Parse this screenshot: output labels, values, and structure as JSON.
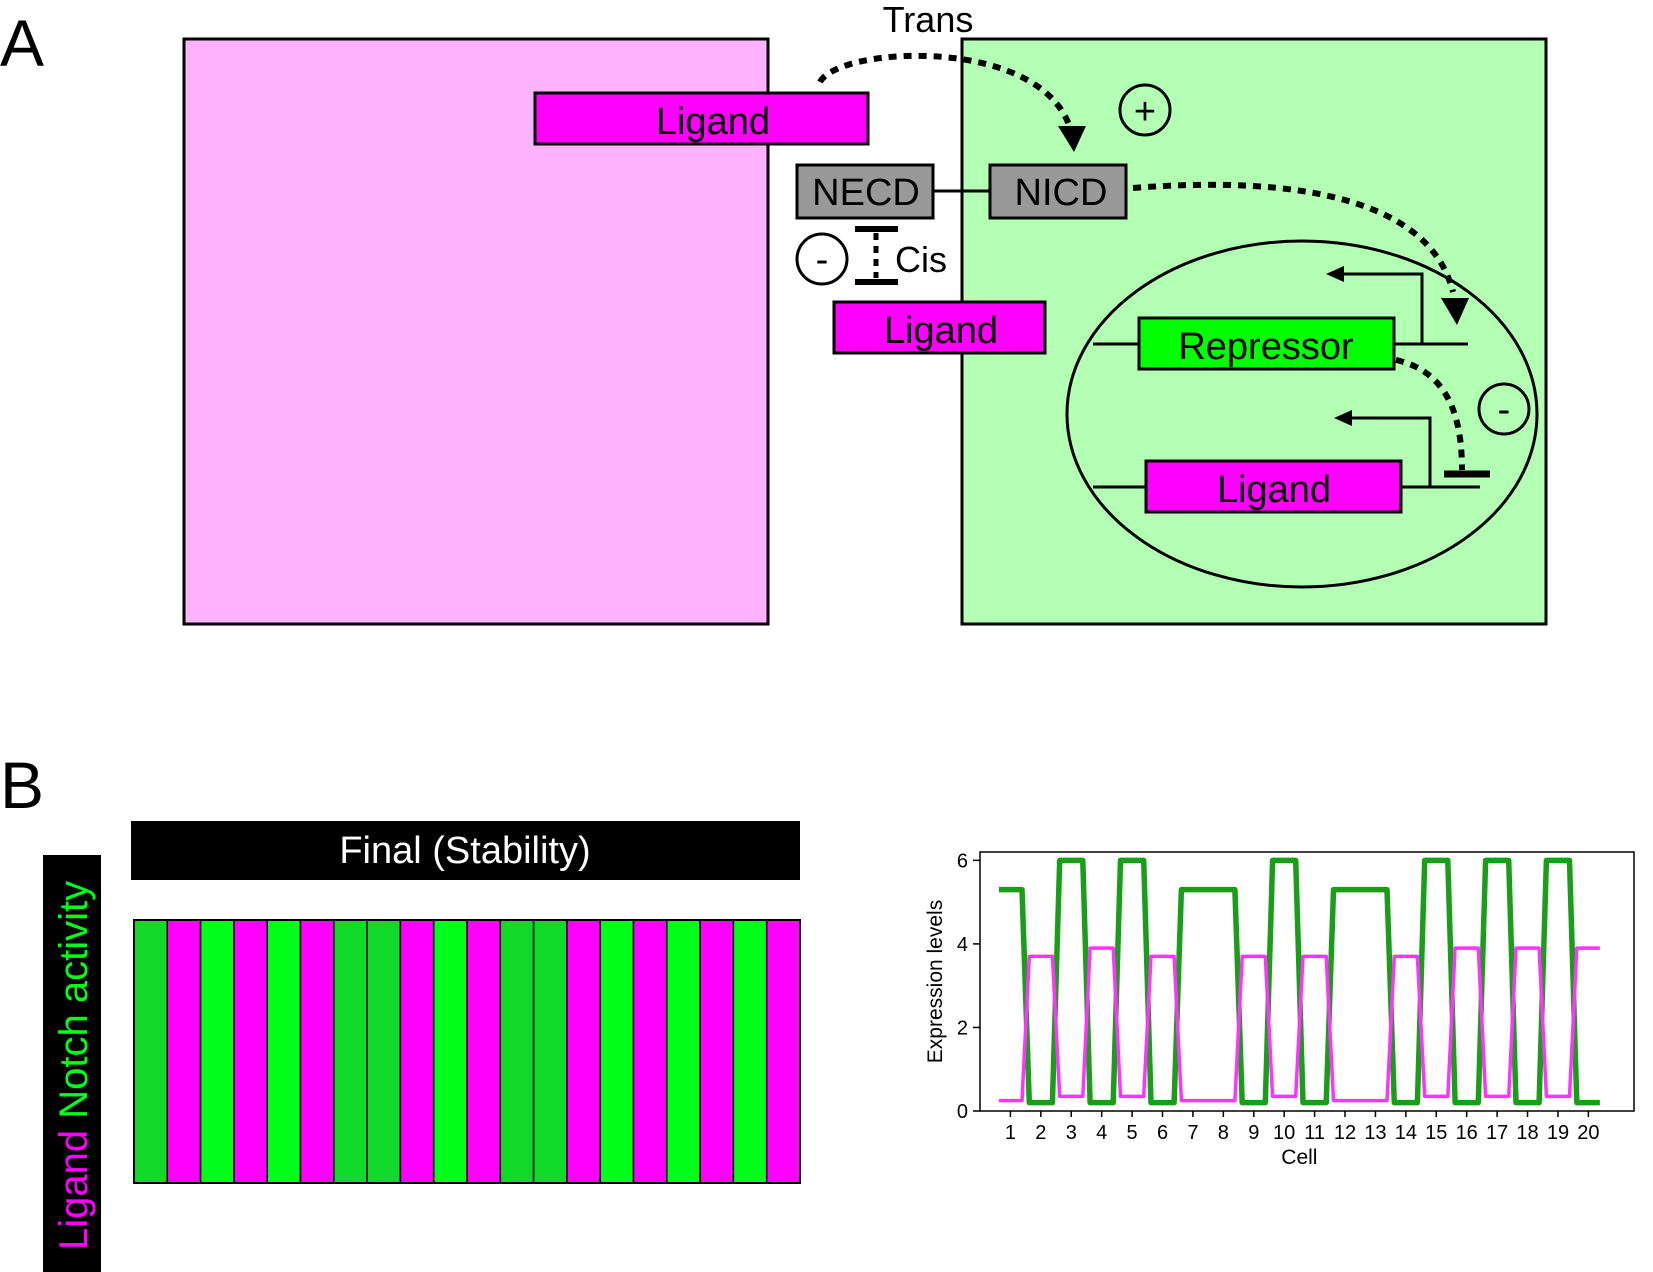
{
  "panel_a": {
    "label": "A",
    "colors": {
      "left_cell": "#ffb3ff",
      "right_cell": "#b3ffb3",
      "ligand": "#ff00ff",
      "receptor": "#999999",
      "repressor": "#00ff00"
    },
    "trans_label": "Trans",
    "cis_label": "Cis",
    "plus_sign": "+",
    "minus_sign": "-",
    "ligand_label": "Ligand",
    "necd_label": "NECD",
    "nicd_label": "NICD",
    "repressor_label": "Repressor"
  },
  "panel_b": {
    "label": "B",
    "header": "Final (Stability)",
    "side_label_ligand": "Ligand",
    "side_label_notch": "Notch activity",
    "colors": {
      "ligand": "#ff00ff",
      "notch": "#00ff1a",
      "notch_dark": "#11d92a"
    },
    "stripes": [
      "notch_dark",
      "ligand",
      "notch",
      "ligand",
      "notch",
      "ligand",
      "notch_dark",
      "notch_dark",
      "ligand",
      "notch",
      "ligand",
      "notch_dark",
      "notch_dark",
      "ligand",
      "notch",
      "ligand",
      "notch",
      "ligand",
      "notch",
      "ligand"
    ]
  },
  "chart_data": {
    "type": "line",
    "xlabel": "Cell",
    "ylabel": "Expression levels",
    "x": [
      1,
      2,
      3,
      4,
      5,
      6,
      7,
      8,
      9,
      10,
      11,
      12,
      13,
      14,
      15,
      16,
      17,
      18,
      19,
      20
    ],
    "ylim": [
      0,
      6.2
    ],
    "yticks": [
      0,
      2,
      4,
      6
    ],
    "series": [
      {
        "color": "#1a9e1a",
        "values": [
          5.3,
          0.2,
          6.0,
          0.2,
          6.0,
          0.2,
          5.3,
          5.3,
          0.2,
          6.0,
          0.2,
          5.3,
          5.3,
          0.2,
          6.0,
          0.2,
          6.0,
          0.2,
          6.0,
          0.2
        ]
      },
      {
        "color": "#ff33ff",
        "values": [
          0.25,
          3.7,
          0.35,
          3.9,
          0.35,
          3.7,
          0.25,
          0.25,
          3.7,
          0.35,
          3.7,
          0.25,
          0.25,
          3.7,
          0.35,
          3.9,
          0.35,
          3.9,
          0.35,
          3.9
        ]
      }
    ]
  }
}
